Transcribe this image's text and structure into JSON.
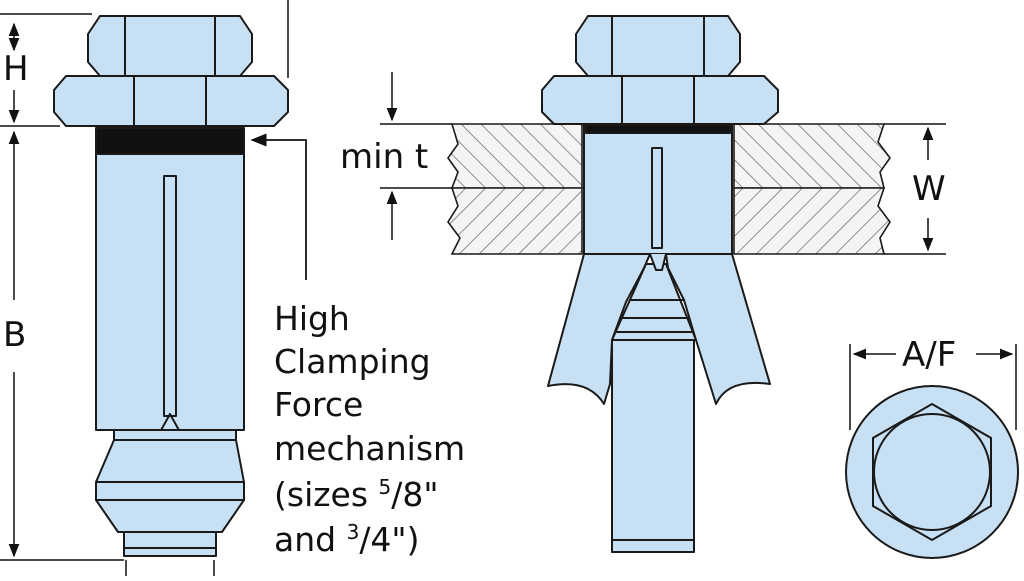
{
  "colors": {
    "steel": "#c8e0f4",
    "outline": "#1a1a1a",
    "washer": "#111111",
    "hatch_fill": "#f4f4f4",
    "hatch_line": "#555555",
    "text": "#111111"
  },
  "labels": {
    "h": "H",
    "b": "B",
    "min_t": "min t",
    "w": "W",
    "af": "A/F"
  },
  "note": {
    "line1": "High",
    "line2": "Clamping",
    "line3": "Force",
    "line4": "mechanism",
    "line5_prefix": "(sizes ",
    "line5_num": "5",
    "line5_suffix": "/8\"",
    "line6_prefix": "and ",
    "line6_num": "3",
    "line6_suffix": "/4\")"
  }
}
